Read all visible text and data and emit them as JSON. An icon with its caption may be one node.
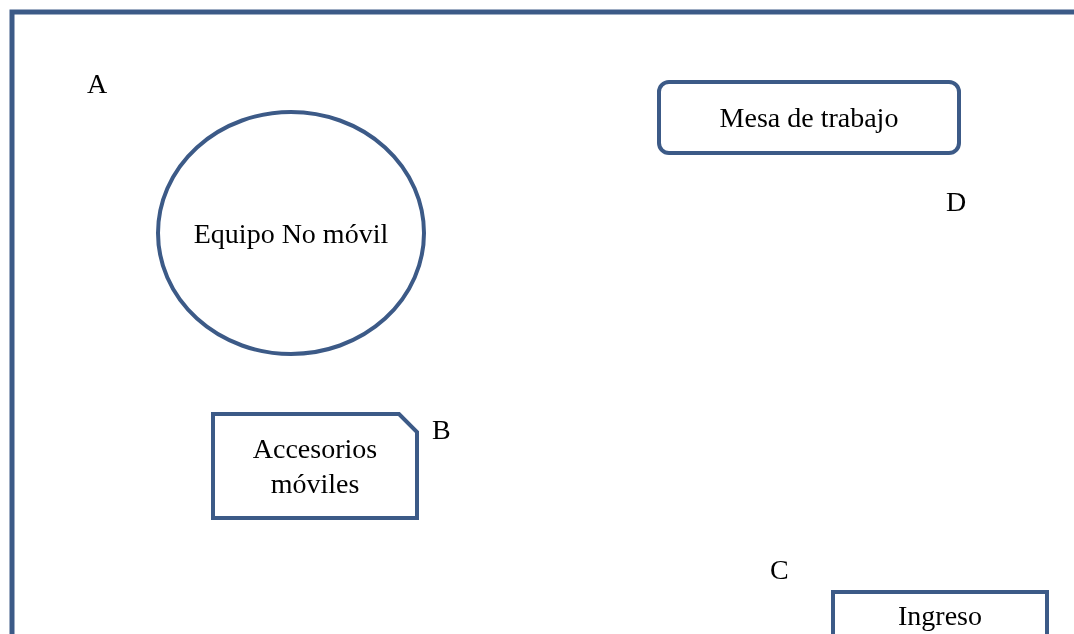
{
  "diagram": {
    "nodes": [
      {
        "text": [
          "Equipo No móvil"
        ]
      },
      {
        "text": [
          "Mesa de trabajo"
        ]
      },
      {
        "text": [
          "Accesorios móviles"
        ]
      },
      {
        "text": [
          "Ingreso"
        ]
      }
    ],
    "labels": [
      "A",
      "D",
      "B",
      "C"
    ]
  }
}
